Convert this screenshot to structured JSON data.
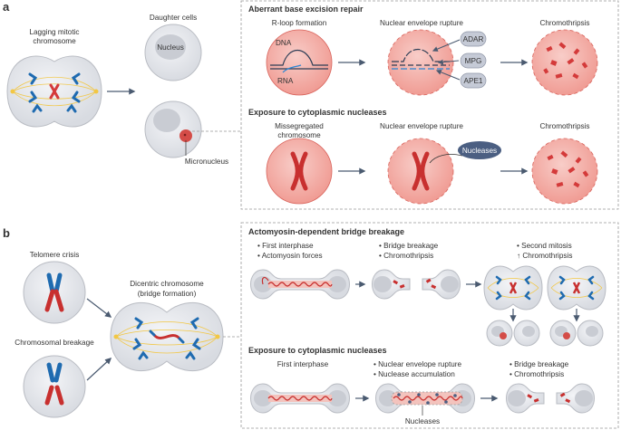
{
  "panel_a": {
    "label": "a",
    "lagging_title_1": "Lagging mitotic",
    "lagging_title_2": "chromosome",
    "daughter_title": "Daughter cells",
    "nucleus_label": "Nucleus",
    "micronucleus_label": "Micronucleus",
    "section1_title": "Aberrant base excision repair",
    "rloop_title": "R-loop formation",
    "dna_label": "DNA",
    "rna_label": "RNA",
    "ner1_title": "Nuclear envelope rupture",
    "chromo1_title": "Chromothripsis",
    "enzymes": [
      "ADAR",
      "MPG",
      "APE1"
    ],
    "section2_title": "Exposure to cytoplasmic nucleases",
    "misseg_title_1": "Missegregated",
    "misseg_title_2": "chromosome",
    "ner2_title": "Nuclear envelope rupture",
    "chromo2_title": "Chromothripsis",
    "nucleases_label": "Nucleases"
  },
  "panel_b": {
    "label": "b",
    "telomere_title": "Telomere crisis",
    "breakage_title": "Chromosomal breakage",
    "dicentric_title_1": "Dicentric chromosome",
    "dicentric_title_2": "(bridge formation)",
    "section1_title": "Actomyosin-dependent bridge breakage",
    "step1_bullets": [
      "• First interphase",
      "• Actomyosin forces"
    ],
    "step2_bullets": [
      "• Bridge breakage",
      "• Chromothripsis"
    ],
    "step3_bullets": [
      "• Second mitosis",
      "↑ Chromothripsis"
    ],
    "section2_title": "Exposure to cytoplasmic nucleases",
    "first_interphase": "First interphase",
    "step5_bullets": [
      "• Nuclear envelope rupture",
      "• Nuclease accumulation"
    ],
    "step6_bullets": [
      "• Bridge breakage",
      "• Chromothripsis"
    ],
    "nucleases_label": "Nucleases"
  },
  "colors": {
    "cell": "#e6e8ec",
    "cell_stroke": "#b9bcc3",
    "nucleus": "#c9ccd3",
    "pink": "#f3b3ad",
    "pink_stroke": "#d9635b",
    "red": "#d43a3a",
    "blue": "#1f6bb0",
    "yellow": "#f2c744",
    "enzyme": "#c5cad6",
    "nuclease": "#4b5f82",
    "dashed": "#999999"
  }
}
